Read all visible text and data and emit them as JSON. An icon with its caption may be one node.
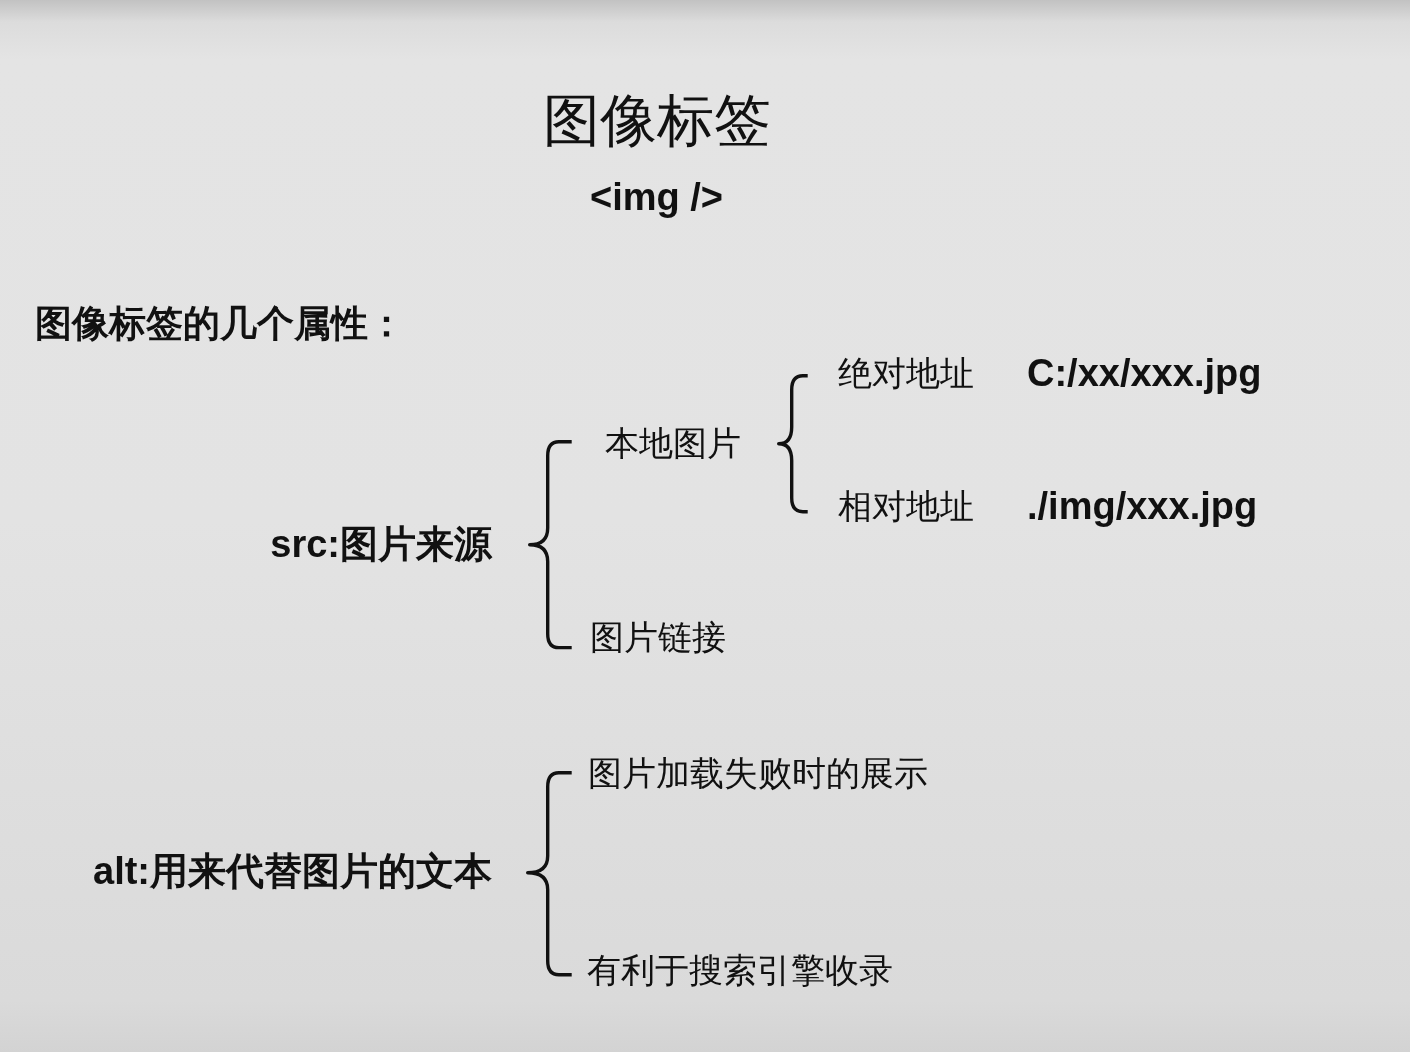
{
  "diagram": {
    "title": "图像标签",
    "labels": [
      "<img />",
      "图像标签的几个属性：",
      "绝对地址",
      "C:/xx/xxx.jpg",
      "本地图片",
      "相对地址",
      "./img/xxx.jpg",
      "src:图片来源",
      "图片链接",
      "图片加载失败时的展示",
      "alt:用来代替图片的文本",
      "有利于搜索引擎收录"
    ]
  }
}
